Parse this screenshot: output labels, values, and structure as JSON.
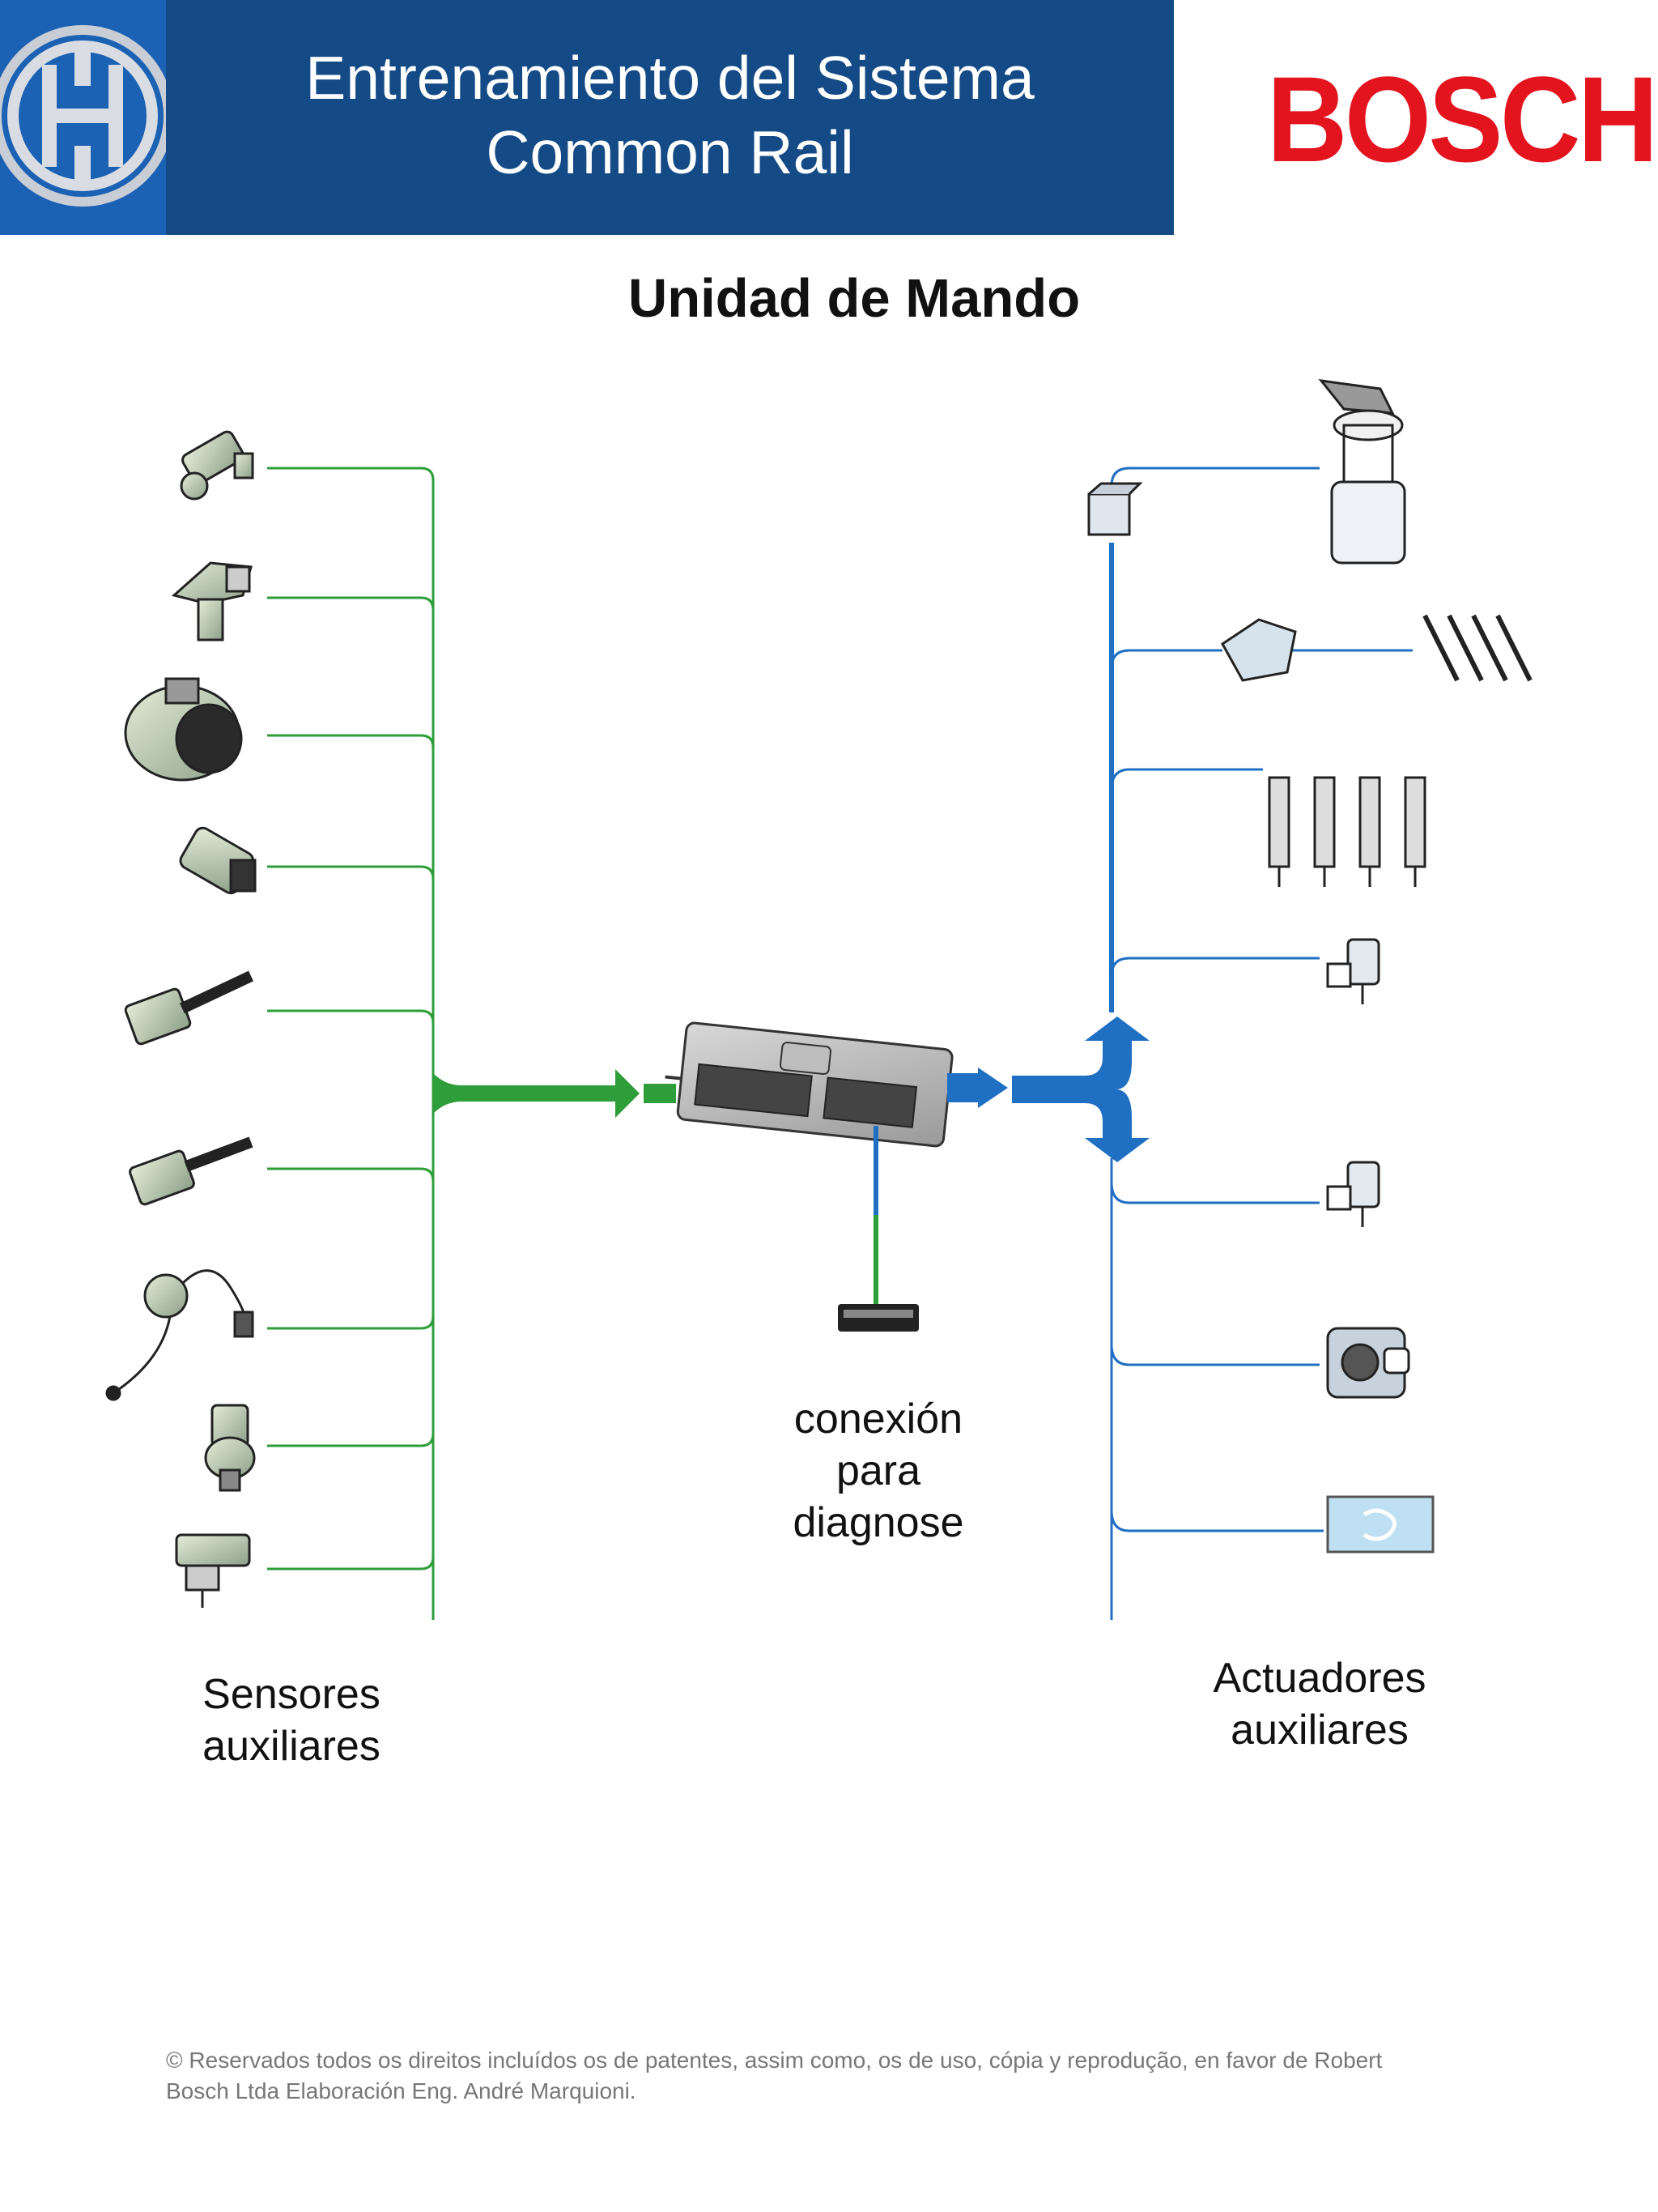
{
  "header": {
    "title_line1": "Entrenamiento del Sistema",
    "title_line2": "Common Rail",
    "brand": "BOSCH",
    "brand_color": "#e3141e",
    "bar_color": "#144b86"
  },
  "page_title": "Unidad de Mando",
  "diagram": {
    "sensors_label_line1": "Sensores",
    "sensors_label_line2": "auxiliares",
    "actuators_label_line1": "Actuadores",
    "actuators_label_line2": "auxiliares",
    "diagnosis_label_line1": "conexión",
    "diagnosis_label_line2": "para",
    "diagnosis_label_line3": "diagnose",
    "sensor_line_color": "#2e9e3a",
    "actuator_line_color": "#1f6fc2"
  },
  "footer": {
    "line1": "© Reservados todos os direitos incluídos os de patentes, assim como, os de uso, cópia y reprodução, en favor de Robert",
    "line2": "Bosch Ltda Elaboración Eng. André Marquioni."
  }
}
